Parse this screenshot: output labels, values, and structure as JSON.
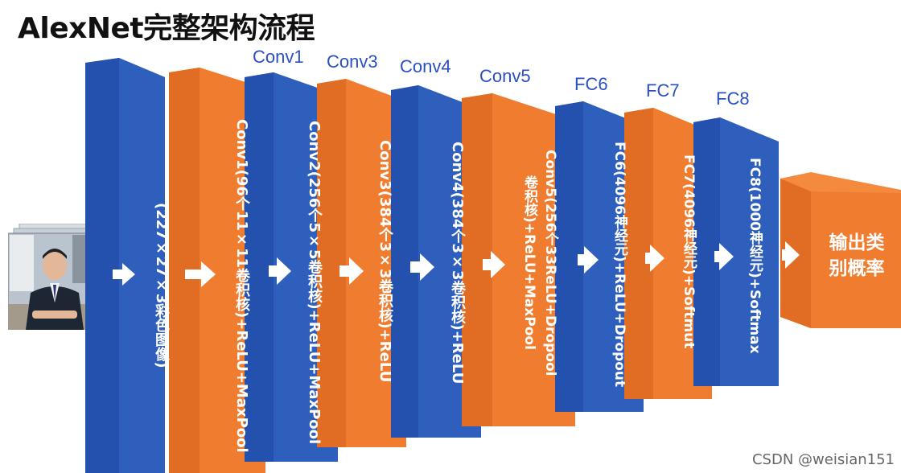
{
  "title": "AlexNet完整架构流程",
  "stage_labels": [
    "Conv1",
    "Conv3",
    "Conv4",
    "Conv5",
    "FC6",
    "FC7",
    "FC8"
  ],
  "layers": [
    {
      "text": "(227×27×3彩色图像)",
      "color": "#2f5fbd"
    },
    {
      "text": "Conv1(96个11×11卷积核)+ReLU+MaxPool",
      "color": "#f07d2f"
    },
    {
      "text": "Conv2(256个5×5卷积核)+ReLU+MaxPool",
      "color": "#2f5fbd"
    },
    {
      "text": "Conv3(384个3×3卷积核)+ReLU",
      "color": "#f07d2f"
    },
    {
      "text": "Conv4(384个3×3卷积核)+ReLU",
      "color": "#2f5fbd"
    },
    {
      "text_line1": "Conv5(256个33ReLU+Dropool",
      "text_line2": "卷积核)+ReLU+MaxPool",
      "color": "#f07d2f"
    },
    {
      "text": "FC6(4096神经元)+ReLU+Dropout",
      "color": "#2f5fbd"
    },
    {
      "text": "FC7(4096神经元)+Softmut",
      "color": "#f07d2f"
    },
    {
      "text": "FC8(1000神经元)+Softmax",
      "color": "#2f5fbd"
    }
  ],
  "output": {
    "line1": "输出类",
    "line2": "别概率",
    "color": "#f07d2f"
  },
  "input_image": {
    "icon": "person-photo"
  },
  "watermark": "CSDN @weisian151"
}
